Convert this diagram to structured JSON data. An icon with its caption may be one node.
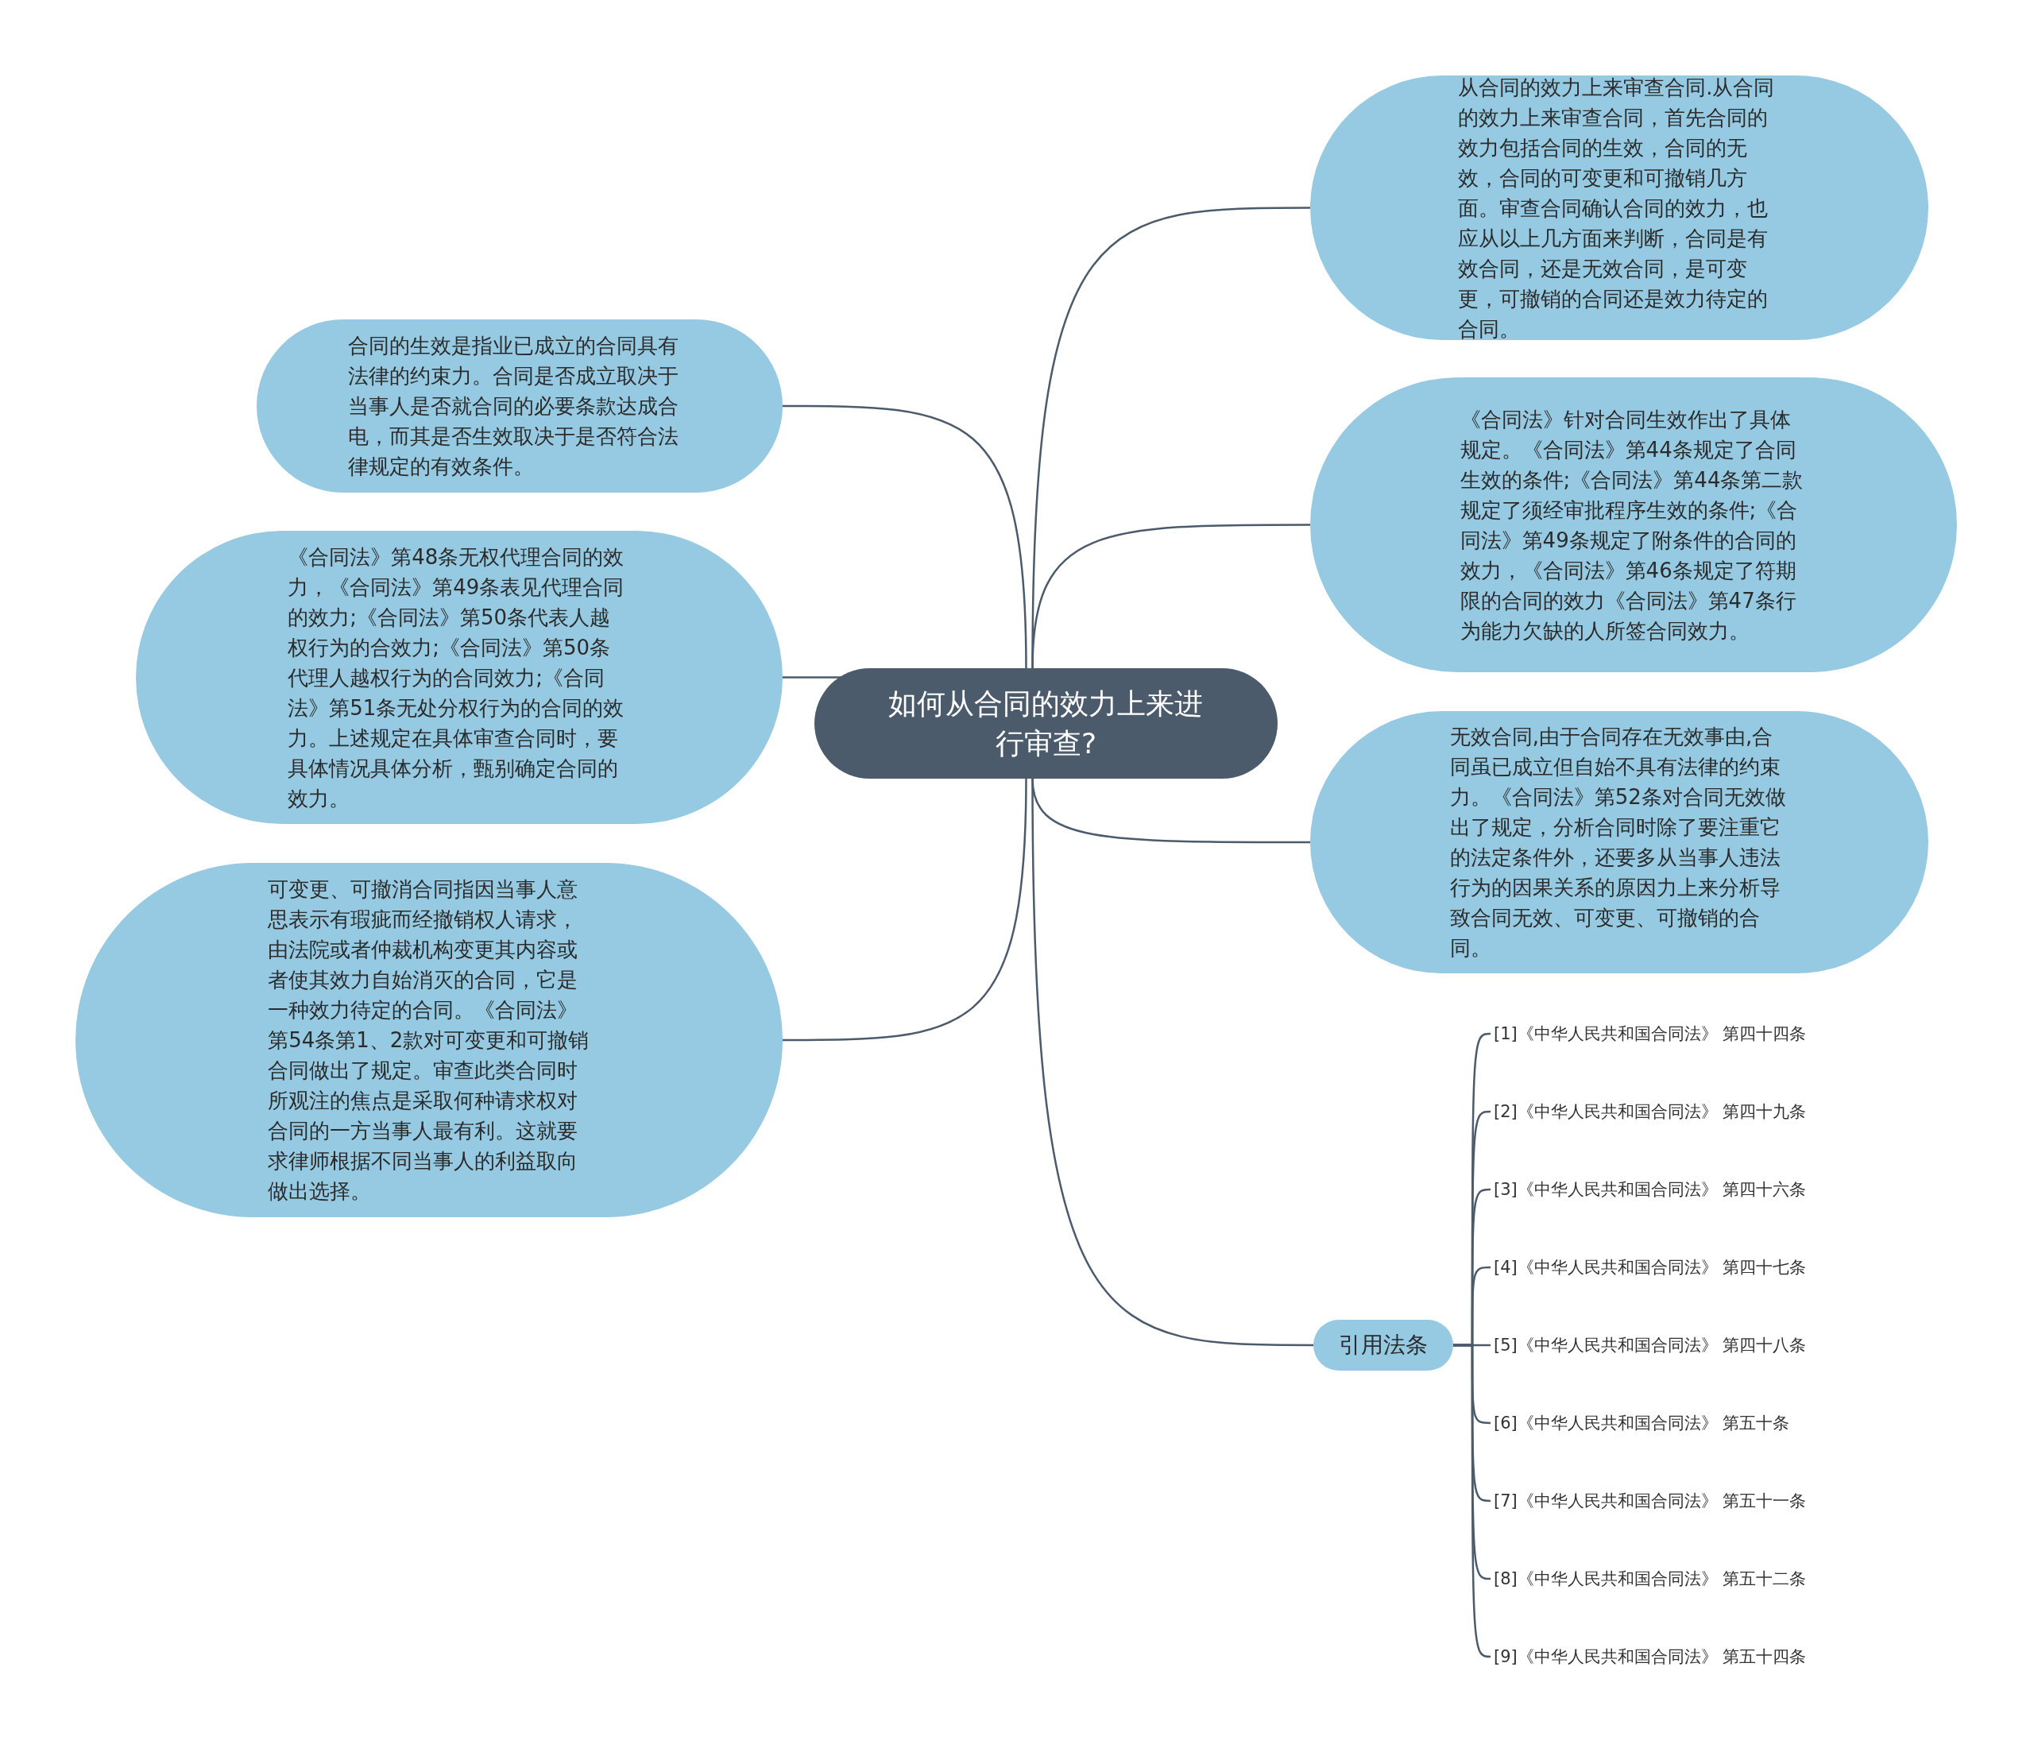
{
  "diagram": {
    "nodes": [
      {
        "text": [
          "如何从合同的效力上来进行审查?"
        ]
      },
      {
        "text": [
          "合同的生效是指业已成立的合同具有法律的约束力。合同是否成立取决于当事人是否就合同的必要条款达成合电，而其是否生效取决于是否符合法律规定的有效条件。"
        ]
      },
      {
        "text": [
          "《合同法》第48条无权代理合同的效力，《合同法》第49条表见代理合同的效力;《合同法》第50条代表人越权行为的合效力;《合同法》第50条代理人越权行为的合同效力;《合同法》第51条无处分权行为的合同的效力。上述规定在具体审查合同时，要具体情况具体分析，甄别确定合同的效力。"
        ]
      },
      {
        "text": [
          "可变更、可撤消合同指因当事人意思表示有瑕疵而经撤销权人请求，由法院或者仲裁机构变更其内容或者使其效力自始消灭的合同，它是一种效力待定的合同。《合同法》第54条第1、2款对可变更和可撤销合同做出了规定。审查此类合同时所观注的焦点是采取何种请求权对合同的一方当事人最有利。这就要求律师根据不同当事人的利益取向做出选择。"
        ]
      },
      {
        "text": [
          "从合同的效力上来审查合同.从合同的效力上来审查合同，首先合同的效力包括合同的生效，合同的无效，合同的可变更和可撤销几方面。审查合同确认合同的效力，也应从以上几方面来判断，合同是有效合同，还是无效合同，是可变更，可撤销的合同还是效力待定的合同。"
        ]
      },
      {
        "text": [
          "《合同法》针对合同生效作出了具体规定。《合同法》第44条规定了合同生效的条件;《合同法》第44条第二款规定了须经审批程序生效的条件;《合同法》第49条规定了附条件的合同的效力，《合同法》第46条规定了符期限的合同的效力《合同法》第47条行为能力欠缺的人所签合同效力。"
        ]
      },
      {
        "text": [
          "无效合同,由于合同存在无效事由,合同虽已成立但自始不具有法律的约束力。《合同法》第52条对合同无效做出了规定，分析合同时除了要注重它的法定条件外，还要多从当事人违法行为的因果关系的原因力上来分析导致合同无效、可变更、可撤销的合同。"
        ]
      },
      {
        "text": [
          "引用法条"
        ]
      },
      {
        "text": [
          "[1]《中华人民共和国合同法》 第四十四条"
        ]
      },
      {
        "text": [
          "[2]《中华人民共和国合同法》 第四十九条"
        ]
      },
      {
        "text": [
          "[3]《中华人民共和国合同法》 第四十六条"
        ]
      },
      {
        "text": [
          "[4]《中华人民共和国合同法》 第四十七条"
        ]
      },
      {
        "text": [
          "[5]《中华人民共和国合同法》 第四十八条"
        ]
      },
      {
        "text": [
          "[6]《中华人民共和国合同法》 第五十条"
        ]
      },
      {
        "text": [
          "[7]《中华人民共和国合同法》 第五十一条"
        ]
      },
      {
        "text": [
          "[8]《中华人民共和国合同法》 第五十二条"
        ]
      },
      {
        "text": [
          "[9]《中华人民共和国合同法》 第五十四条"
        ]
      }
    ],
    "edges": [
      {
        "from": 0,
        "to": 1,
        "arrow": "none"
      },
      {
        "from": 0,
        "to": 2,
        "arrow": "none"
      },
      {
        "from": 0,
        "to": 3,
        "arrow": "none"
      },
      {
        "from": 0,
        "to": 4,
        "arrow": "none"
      },
      {
        "from": 0,
        "to": 5,
        "arrow": "none"
      },
      {
        "from": 0,
        "to": 6,
        "arrow": "none"
      },
      {
        "from": 0,
        "to": 7,
        "arrow": "none"
      },
      {
        "from": 7,
        "to": 8,
        "arrow": "none"
      },
      {
        "from": 7,
        "to": 9,
        "arrow": "none"
      },
      {
        "from": 7,
        "to": 10,
        "arrow": "none"
      },
      {
        "from": 7,
        "to": 11,
        "arrow": "none"
      },
      {
        "from": 7,
        "to": 12,
        "arrow": "none"
      },
      {
        "from": 7,
        "to": 13,
        "arrow": "none"
      },
      {
        "from": 7,
        "to": 14,
        "arrow": "none"
      },
      {
        "from": 7,
        "to": 15,
        "arrow": "none"
      },
      {
        "from": 7,
        "to": 16,
        "arrow": "none"
      }
    ]
  }
}
